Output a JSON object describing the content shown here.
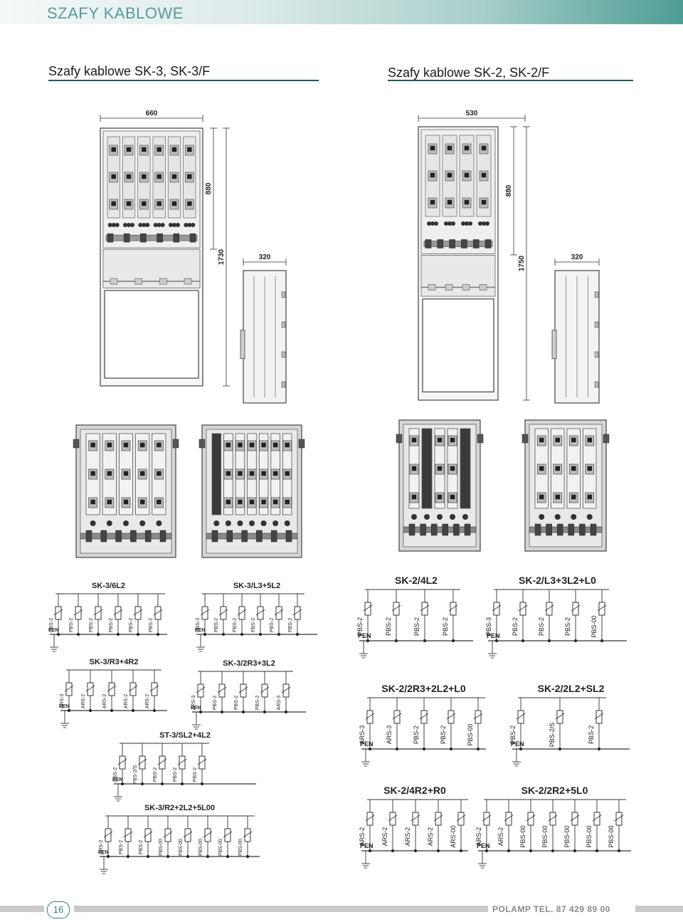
{
  "header": {
    "title": "SZAFY KABLOWE"
  },
  "sections": {
    "left_title": "Szafy kablowe SK-3, SK-3/F",
    "right_title": "Szafy kablowe SK-2, SK-2/F"
  },
  "dims": {
    "sk3_width": "660",
    "sk3_upper": "880",
    "sk3_height": "1730",
    "sk3_depth": "320",
    "sk2_width": "530",
    "sk2_upper": "880",
    "sk2_height": "1750",
    "sk2_depth": "320"
  },
  "schematics": [
    {
      "title": "SK-3/6L2",
      "labels": [
        "PBS-2",
        "PBS-2",
        "PBS-2",
        "PBS-2",
        "PBS-2",
        "PBS-2"
      ]
    },
    {
      "title": "SK-3/L3+5L2",
      "labels": [
        "PBS-3",
        "PBS-2",
        "PBS-2",
        "PBS-2",
        "PBS-2",
        "PBS-2"
      ]
    },
    {
      "title": "SK-2/4L2",
      "labels": [
        "PBS-2",
        "PBS-2",
        "PBS-2",
        "PBS-2"
      ]
    },
    {
      "title": "SK-2/L3+3L2+L0",
      "labels": [
        "PBS-3",
        "PBS-2",
        "PBS-2",
        "PBS-2",
        "PBS-00"
      ]
    },
    {
      "title": "SK-3/R3+4R2",
      "labels": [
        "ARS-3",
        "ARS-2",
        "ARS-2",
        "ARS-2",
        "ARS-2"
      ]
    },
    {
      "title": "SK-3/2R3+3L2",
      "labels": [
        "ARS-3",
        "PBS-2",
        "PBS-2",
        "PBS-2",
        "ARS-3"
      ]
    },
    {
      "title": "SK-2/2R3+2L2+L0",
      "labels": [
        "ARS-3",
        "ARS-3",
        "PBS-2",
        "PBS-2",
        "PBS-00"
      ]
    },
    {
      "title": "SK-2/2L2+SL2",
      "labels": [
        "PBS-2",
        "PBS-2/S",
        "PBS-2"
      ]
    },
    {
      "title": "ST-3/SL2+4L2",
      "labels": [
        "PBS-2",
        "PBS-2/S",
        "PBS-2",
        "PBS-2",
        "PBS-2"
      ]
    },
    {
      "title": "SK-2/4R2+R0",
      "labels": [
        "ARS-2",
        "ARS-2",
        "ARS-2",
        "ARS-2",
        "ARS-00"
      ]
    },
    {
      "title": "SK-2/2R2+5L0",
      "labels": [
        "ARS-2",
        "ARS-2",
        "PBS-00",
        "PBS-00",
        "PBS-00",
        "PBS-00",
        "PBS-00"
      ]
    },
    {
      "title": "SK-3/R2+2L2+5L00",
      "labels": [
        "ARS-2",
        "PBS-2",
        "PBS-2",
        "PBS-00",
        "PBS-00",
        "PBS-00",
        "PBS-00",
        "PBS-00"
      ]
    }
  ],
  "pen_label": "PEN",
  "footer": {
    "page": "16",
    "text": "POLAMP  TEL. 87 429 89 00"
  }
}
